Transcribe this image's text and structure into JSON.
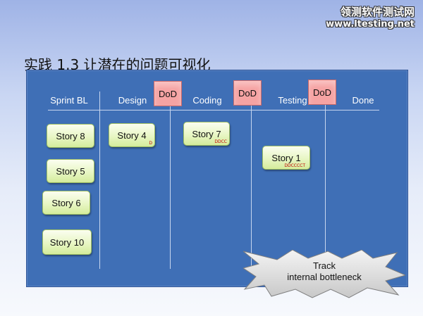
{
  "watermark": {
    "line1": "领测软件测试网",
    "line2": "www.ltesting.net"
  },
  "slide_title": "实践 1.3 让潜在的问题可视化",
  "columns": {
    "sprint_bl": "Sprint BL",
    "design": "Design",
    "coding": "Coding",
    "testing": "Testing",
    "done": "Done"
  },
  "dod_label": "DoD",
  "stories": {
    "story8": "Story 8",
    "story5": "Story 5",
    "story6": "Story 6",
    "story10": "Story 10",
    "story4": "Story 4",
    "story4_tag": "D",
    "story7": "Story 7",
    "story7_tag": "DDCC",
    "story1": "Story 1",
    "story1_tag": "DDCCCCT"
  },
  "callout": {
    "line1": "Track",
    "line2": "internal bottleneck"
  },
  "colors": {
    "board": "#3f6fb6",
    "dod": "#f6a3a3",
    "story": "#e8f6c4",
    "tag": "#c00000"
  }
}
